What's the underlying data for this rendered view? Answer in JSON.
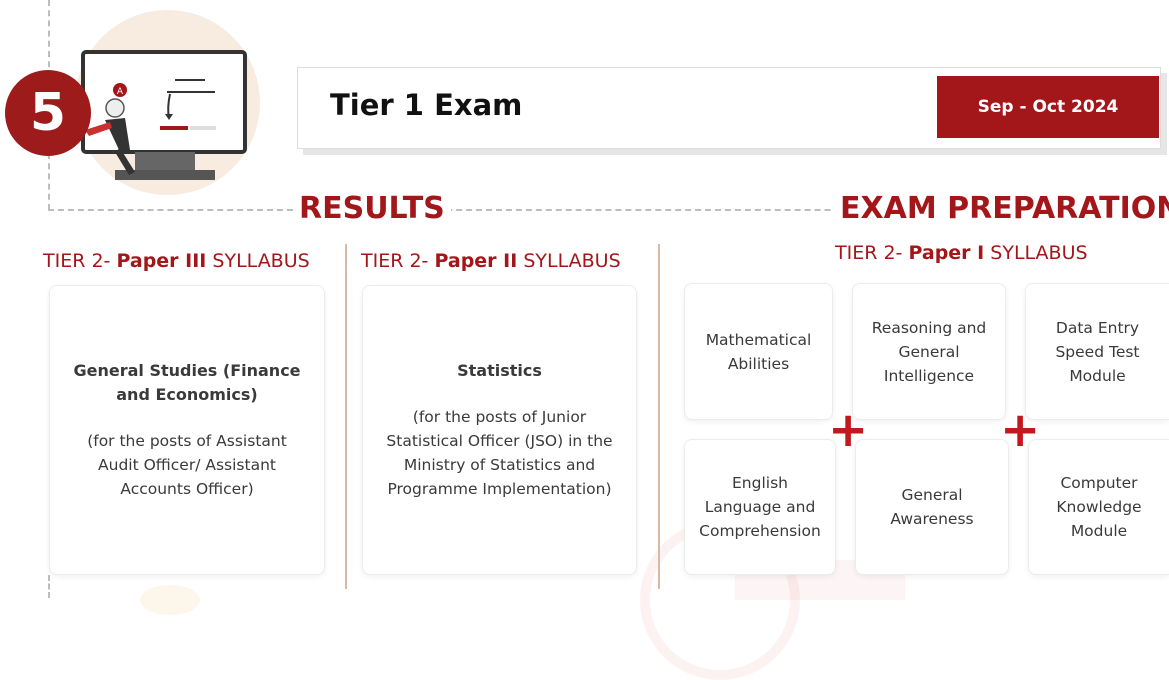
{
  "step": {
    "number": "5"
  },
  "header": {
    "title": "Tier 1 Exam",
    "date": "Sep - Oct 2024"
  },
  "sections": {
    "results": "RESULTS",
    "exam_prep": "EXAM PREPARATION"
  },
  "paper3": {
    "heading_pre": "TIER 2- ",
    "heading_bold": "Paper III",
    "heading_post": " SYLLABUS",
    "title_line1": "General Studies (Finance",
    "title_line2": "and Economics)",
    "desc_line1": "(for the posts of Assistant",
    "desc_line2": "Audit Officer/ Assistant",
    "desc_line3": "Accounts Officer)"
  },
  "paper2": {
    "heading_pre": "TIER 2- ",
    "heading_bold": "Paper II",
    "heading_post": " SYLLABUS",
    "title": "Statistics",
    "desc_line1": "(for the posts of Junior",
    "desc_line2": "Statistical Officer (JSO) in the",
    "desc_line3": "Ministry of Statistics and",
    "desc_line4": "Programme Implementation)"
  },
  "paper1": {
    "heading_pre": "TIER 2- ",
    "heading_bold": "Paper I",
    "heading_post": " SYLLABUS",
    "modules": {
      "math": [
        "Mathematical",
        "Abilities"
      ],
      "reasoning": [
        "Reasoning and",
        "General",
        "Intelligence"
      ],
      "data_entry": [
        "Data Entry",
        "Speed Test",
        "Module"
      ],
      "english": [
        "English",
        "Language and",
        "Comprehension"
      ],
      "awareness": [
        "General",
        "Awareness"
      ],
      "computer": [
        "Computer",
        "Knowledge",
        "Module"
      ]
    },
    "plus": "+"
  },
  "colors": {
    "brand_red": "#a3161a",
    "illustration_bg": "#f8ebe0",
    "step_red": "#9e1b1b"
  }
}
